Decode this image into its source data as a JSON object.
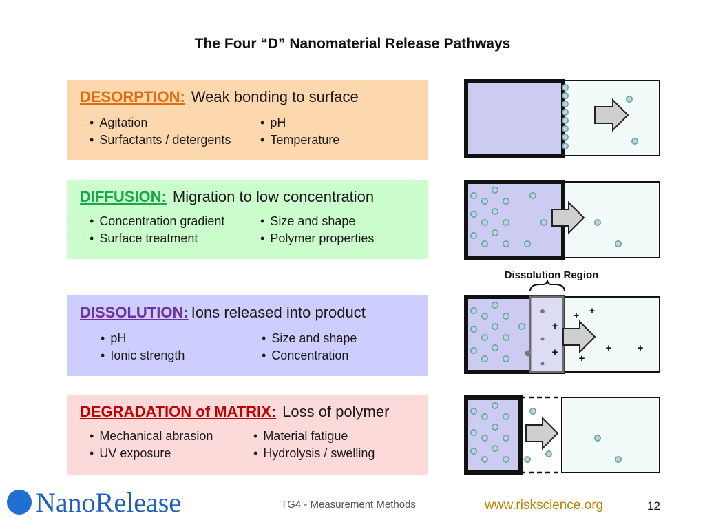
{
  "title": "The Four “D” Nanomaterial Release Pathways",
  "pathways": [
    {
      "keyword": "DESORPTION:",
      "desc": "Weak bonding to surface",
      "bullets_left": [
        "Agitation",
        "Surfactants / detergents"
      ],
      "bullets_right": [
        "pH",
        "Temperature"
      ],
      "color": "#e06d10",
      "bg": "#fdd7ae"
    },
    {
      "keyword": "DIFFUSION:",
      "desc": "Migration to low concentration",
      "bullets_left": [
        "Concentration gradient",
        "Surface treatment"
      ],
      "bullets_right": [
        "Size and shape",
        "Polymer properties"
      ],
      "color": "#16a84a",
      "bg": "#ccfdcc"
    },
    {
      "keyword": "DISSOLUTION:",
      "desc": "Ions released into product",
      "bullets_left": [
        "pH",
        "Ionic strength"
      ],
      "bullets_right": [
        "Size and shape",
        "Concentration"
      ],
      "color": "#7030a0",
      "bg": "#cdcdfe"
    },
    {
      "keyword": "DEGRADATION of MATRIX:",
      "desc": "Loss of polymer",
      "bullets_left": [
        "Mechanical abrasion",
        "UV exposure"
      ],
      "bullets_right": [
        "Material fatigue",
        "Hydrolysis / swelling"
      ],
      "color": "#c00000",
      "bg": "#fddada"
    }
  ],
  "diagram": {
    "dissolution_region_label": "Dissolution Region"
  },
  "footer": {
    "brand": "NanoRelease",
    "center_text": "TG4 - Measurement Methods",
    "link": "www.riskscience.org",
    "page_number": "12"
  }
}
